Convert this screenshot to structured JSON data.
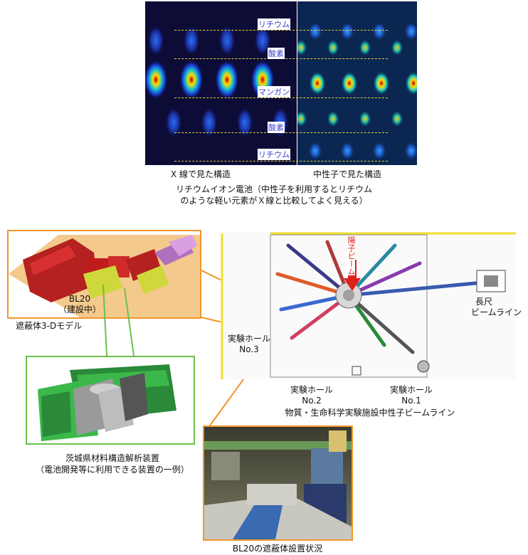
{
  "top": {
    "layer_labels": [
      "リチウム",
      "酸素",
      "マンガン",
      "酸素",
      "リチウム"
    ],
    "xray_caption": "X 線で見た構造",
    "neutron_caption": "中性子で見た構造",
    "caption_line1": "リチウムイオン電池（中性子を利用するとリチウム",
    "caption_line2": "のような軽い元素がＸ線と比較してよく見える）"
  },
  "model": {
    "bl_label": "BL20",
    "bl_sub": "（建設中）",
    "caption": "遮蔽体3-Dモデル"
  },
  "device": {
    "caption_line1": "茨城県材料構造解析装置",
    "caption_line2": "（電池開発等に利用できる装置の一例）"
  },
  "photo": {
    "caption": "BL20の遮蔽体設置状況"
  },
  "facility": {
    "beam_label": "陽子ビーム",
    "long_beamline_line1": "長尺",
    "long_beamline_line2": "ビームライン",
    "hall3_line1": "実験ホール",
    "hall3_line2": "No.3",
    "hall2_line1": "実験ホール",
    "hall2_line2": "No.2",
    "hall1_line1": "実験ホール",
    "hall1_line2": "No.1",
    "caption": "物質・生命科学実験施設中性子ビームライン"
  },
  "colors": {
    "orange_frame": "#f0962a",
    "green_frame": "#6cc04a",
    "dashed_line": "#e8d23a",
    "label_blue": "#3a3fd0",
    "proton_red": "#e0201e"
  }
}
